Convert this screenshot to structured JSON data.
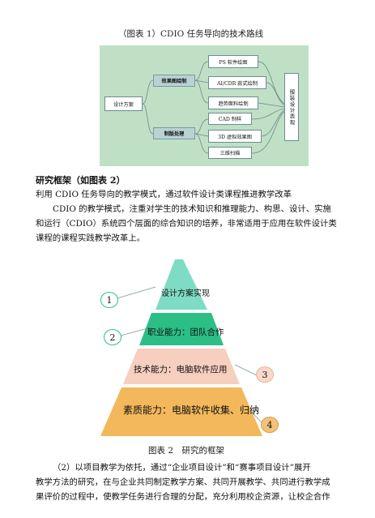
{
  "figure1": {
    "caption": "（图表 1）CDIO 任务导向的技术路线",
    "root": "设计方案",
    "branch_top": "效果图绘制",
    "branch_bottom": "制版处理",
    "leaves": [
      "PS 软件绘图",
      "AI/CDR 款式绘制",
      "趋势面料绘制",
      "CAD 制样",
      "3D 虚拟效果图",
      "三维扫描"
    ],
    "result": "服装设计表现"
  },
  "section": {
    "heading": "研究框架（如图表 2）",
    "line1": "利用 CDIO 任务导向的教学模式，通过软件设计类课程推进教学改革",
    "para1": [
      "CDIO 的教学模式，注重对学生的技术知识和推理能力、构思、设计、实施",
      "和运行（CDIO）系统四个层面的综合知识的培养，非常适用于应用在软件设计类",
      "课程的课程实践教学改革上。"
    ]
  },
  "figure2": {
    "caption": "图表 2　研究的框架",
    "levels": [
      {
        "label": "设计方案实现",
        "num": "1",
        "color": "#7fdcc4"
      },
      {
        "label": "职业能力：团队合作",
        "num": "2",
        "color": "#2bbf86"
      },
      {
        "label": "技术能力：电脑软件应用",
        "num": "3",
        "color": "#f6cfbe"
      },
      {
        "label": "素质能力：电脑软件收集、归纳",
        "num": "4",
        "color": "#f2b85b"
      }
    ]
  },
  "body2": [
    "（2）以项目教学为依托，通过“企业项目设计”和“赛事项目设计”展开",
    "教学方法的研究，在与企业共同制定教学方案、共同开展教学、共同进行教学成",
    "果评价的过程中，使教学任务进行合理的分配，充分利用校企资源，让校企合作"
  ]
}
